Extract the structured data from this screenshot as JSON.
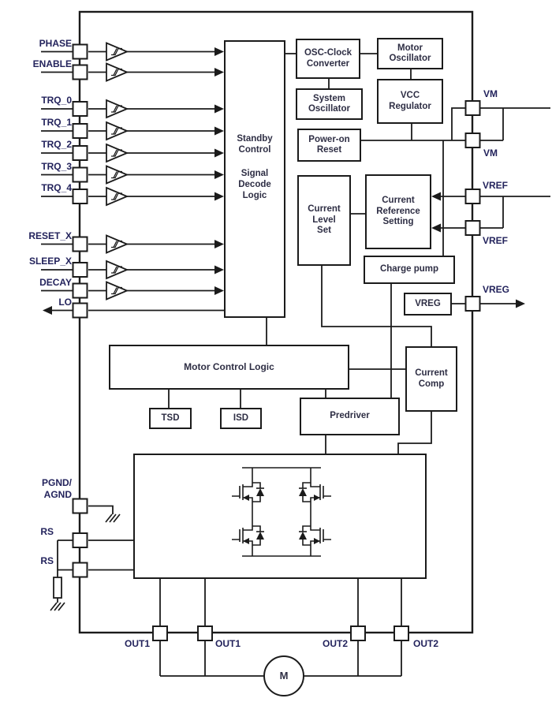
{
  "colors": {
    "wire": "#1b1b1b",
    "pin_label": "#23235c",
    "block_label": "#2e2e44",
    "background": "#ffffff"
  },
  "blocks": {
    "standby": {
      "line1": "Standby\nControl",
      "line2": "Signal\nDecode\nLogic"
    },
    "osc_clock": "OSC-Clock\nConverter",
    "motor_osc": "Motor\nOscillator",
    "system_osc": "System\nOscillator",
    "vcc_regulator": "VCC\nRegulator",
    "power_on_reset": "Power-on\nReset",
    "current_level_set": "Current\nLevel\nSet",
    "current_ref_setting": "Current\nReference\nSetting",
    "charge_pump": "Charge pump",
    "vreg": "VREG",
    "motor_control_logic": "Motor Control Logic",
    "tsd": "TSD",
    "isd": "ISD",
    "predriver": "Predriver",
    "current_comp": "Current\nComp",
    "motor": "M"
  },
  "pins": {
    "left": [
      "PHASE",
      "ENABLE",
      "TRQ_0",
      "TRQ_1",
      "TRQ_2",
      "TRQ_3",
      "TRQ_4",
      "RESET_X",
      "SLEEP_X",
      "DECAY",
      "LO"
    ],
    "pgnd": "PGND/\nAGND",
    "rs1": "RS",
    "rs2": "RS",
    "right": [
      "VM",
      "VM",
      "VREF",
      "VREF",
      "VREG"
    ],
    "bottom": [
      "OUT1",
      "OUT1",
      "OUT2",
      "OUT2"
    ]
  }
}
